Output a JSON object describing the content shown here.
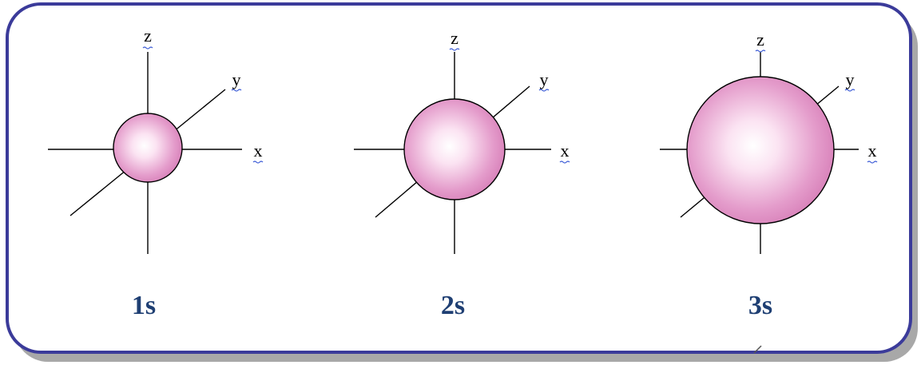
{
  "colors": {
    "frame_border": "#3b3b9a",
    "frame_shadow": "#a8a8a8",
    "orbital_edge": "#d77fb8",
    "orbital_center": "#ffffff",
    "axis_line": "#000000",
    "label_text": "#1f3f73",
    "spellcheck_underline": "#3b5bd6"
  },
  "orbitals": [
    {
      "label": "1s",
      "axes": {
        "x": "x",
        "y": "y",
        "z": "z"
      }
    },
    {
      "label": "2s",
      "axes": {
        "x": "x",
        "y": "y",
        "z": "z"
      }
    },
    {
      "label": "3s",
      "axes": {
        "x": "x",
        "y": "y",
        "z": "z"
      }
    }
  ]
}
